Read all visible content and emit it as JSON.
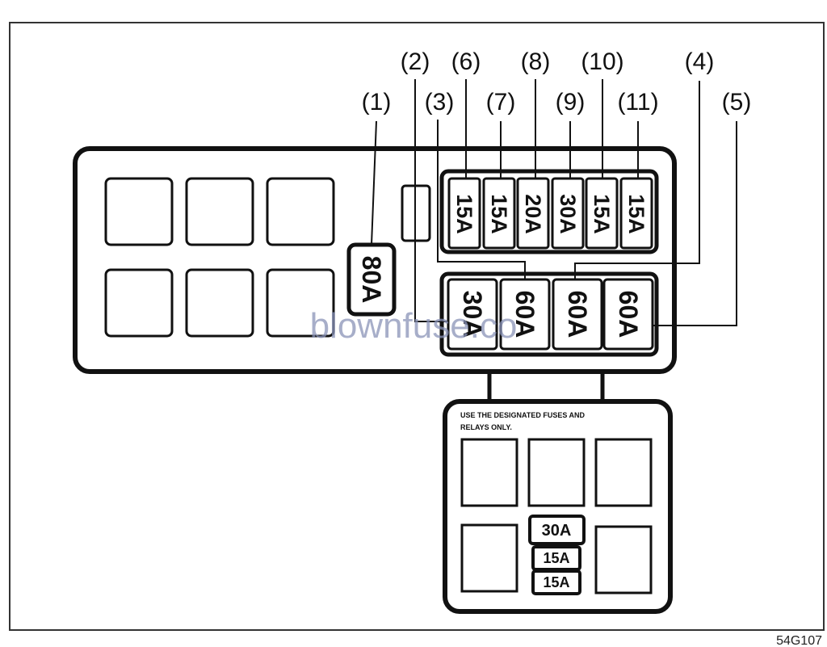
{
  "callouts": [
    "(1)",
    "(2)",
    "(3)",
    "(4)",
    "(5)",
    "(6)",
    "(7)",
    "(8)",
    "(9)",
    "(10)",
    "(11)"
  ],
  "top_row_fuses": [
    "15A",
    "15A",
    "20A",
    "30A",
    "15A",
    "15A"
  ],
  "fuse_80a": "80A",
  "bottom_row_fuses": [
    "30A",
    "60A",
    "60A",
    "60A"
  ],
  "relay_box": {
    "note_line1": "USE THE DESIGNATED FUSES AND",
    "note_line2": "RELAYS ONLY.",
    "fuses": [
      "30A",
      "15A",
      "15A"
    ]
  },
  "watermark": "blownfuse.co",
  "footer_code": "54G107"
}
